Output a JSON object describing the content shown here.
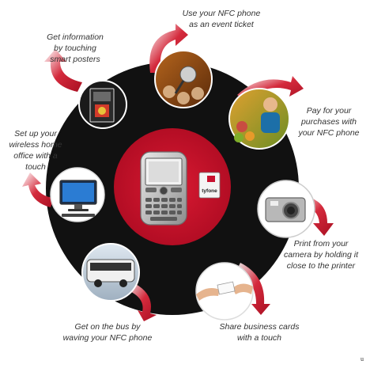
{
  "diagram": {
    "center": {
      "sim_card_brand": "tyfone"
    },
    "captions": {
      "ticket": [
        "Use your NFC phone",
        "as an event ticket"
      ],
      "poster": [
        "Get information",
        "by touching",
        "smart posters"
      ],
      "pay": [
        "Pay for your",
        "purchases with",
        "your NFC phone"
      ],
      "office": [
        "Set up your",
        "wireless home",
        "office with a",
        "touch"
      ],
      "print": [
        "Print from your",
        "camera by holding it",
        "close to the printer"
      ],
      "cards": [
        "Share business cards",
        "with a touch"
      ],
      "bus": [
        "Get on the bus by",
        "waving your NFC phone"
      ]
    },
    "watermark": "u",
    "colors": {
      "outer_ring": "#111111",
      "inner_disc": "#c8102e",
      "arrow": "#c8102e"
    }
  }
}
